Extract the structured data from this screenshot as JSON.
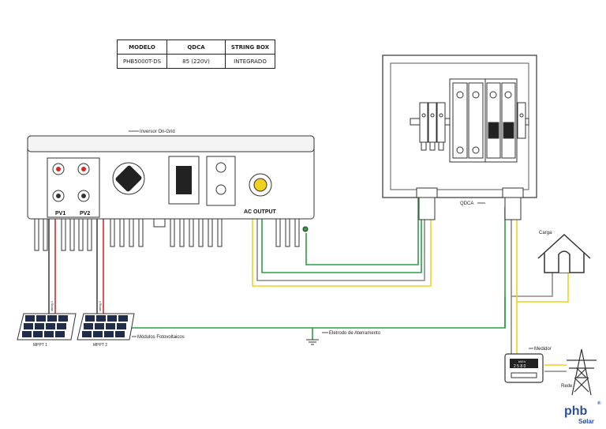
{
  "spec_table": {
    "headers": [
      "MODELO",
      "QDCA",
      "STRING BOX"
    ],
    "row": [
      "PHB5000T-DS",
      "85 (220V)",
      "INTEGRADO"
    ]
  },
  "labels": {
    "inverter": "Inversor On-Grid",
    "qdca": "QDCA",
    "pv1": "PV1",
    "pv2": "PV2",
    "ac_output": "AC OUTPUT",
    "modules": "Módulos Fotovoltaicos",
    "ground_electrode": "Eletrodo de Aterramento",
    "load": "Carga",
    "meter": "Medidor",
    "meter_unit": "kW.h",
    "meter_reading": "2 5 8 0",
    "grid": "Rede",
    "mppt1": "MPPT 1",
    "mppt2": "MPPT 2",
    "string1": "string 1",
    "string2": "string 2"
  },
  "logo": {
    "text_top": "phb",
    "text_bottom": "Sølar",
    "mark": "®"
  },
  "colors": {
    "dc_positive": "#d42a2a",
    "dc_negative": "#444444",
    "ground": "#2aa043",
    "phase": "#f0d21e",
    "neutral": "#8a8a8a",
    "panel": "#1f2d4a",
    "logo_blue": "#2a4f9c",
    "logo_orange": "#e8912b"
  }
}
